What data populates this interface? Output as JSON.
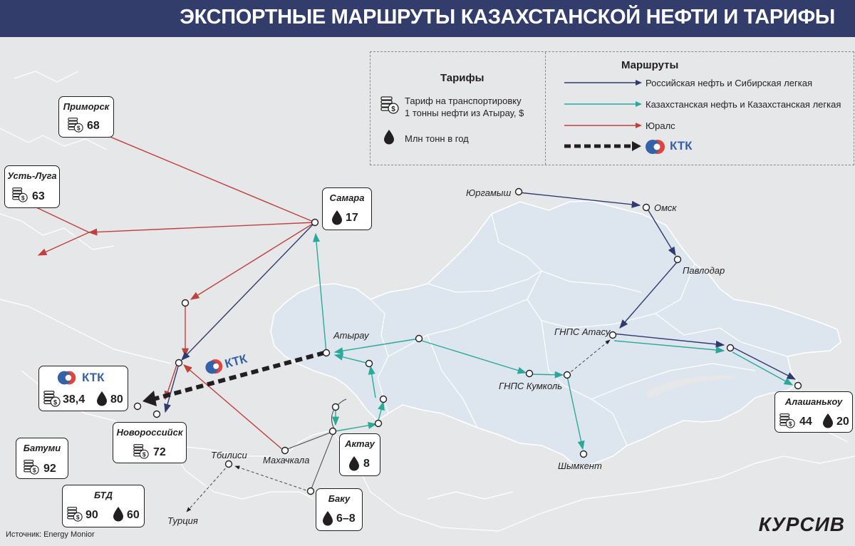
{
  "header": {
    "title": "ЭКСПОРТНЫЕ МАРШРУТЫ КАЗАХСТАНСКОЙ НЕФТИ И ТАРИФЫ"
  },
  "colors": {
    "header_bg": "#333d6b",
    "russian_route": "#2f3b6e",
    "kazakh_route": "#2aa99b",
    "urals_route": "#c0403c",
    "kazakhstan_fill": "#dde6ee",
    "ktk_blue": "#3561a8",
    "ktk_red": "#e0443c"
  },
  "legend": {
    "tariffs_title": "Тарифы",
    "tariff_line1": "Тариф на транспортировку",
    "tariff_line2": "1 тонны нефти из Атырау, $",
    "volume_label": "Млн тонн в год",
    "routes_title": "Маршруты",
    "route_russian": "Российская нефть и Сибирская легкая",
    "route_kazakh": "Казахстанская нефть и Казахстанская легкая",
    "route_urals": "Юралс",
    "route_ktk": "КТК"
  },
  "boxes": {
    "primorsk": {
      "name": "Приморск",
      "tariff": "68"
    },
    "ust_luga": {
      "name": "Усть-Луга",
      "tariff": "63"
    },
    "samara": {
      "name": "Самара",
      "volume": "17"
    },
    "ktk": {
      "logo": "КТК",
      "tariff": "38,4",
      "volume": "80"
    },
    "novorossiysk": {
      "name": "Новороссийск",
      "tariff": "72"
    },
    "batumi": {
      "name": "Батуми",
      "tariff": "92"
    },
    "btd": {
      "name": "БТД",
      "tariff": "90",
      "volume": "60"
    },
    "aktau": {
      "name": "Актау",
      "volume": "8"
    },
    "baku": {
      "name": "Баку",
      "volume": "6–8"
    },
    "alashankou": {
      "name": "Алашанькоу",
      "tariff": "44",
      "volume": "20"
    }
  },
  "places": {
    "atyrau": "Атырау",
    "yurgamysh": "Юргамыш",
    "omsk": "Омск",
    "pavlodar": "Павлодар",
    "atasu": "ГНПС Атасу",
    "kumkol": "ГНПС Кумколь",
    "shymkent": "Шымкент",
    "makhachkala": "Махачкала",
    "tbilisi": "Тбилиси",
    "turkey": "Турция"
  },
  "map_ktk_label": "КТК",
  "source": "Источник: Energy Monior",
  "brand": "КУРСИВ"
}
